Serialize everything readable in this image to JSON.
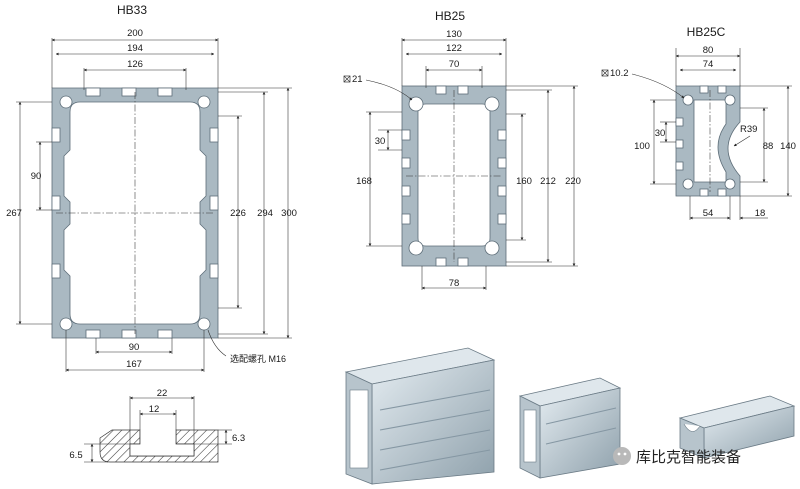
{
  "hb33": {
    "title": "HB33",
    "dims": {
      "d200": "200",
      "d194": "194",
      "d126": "126",
      "d90_left": "90",
      "d267": "267",
      "d226": "226",
      "d294": "294",
      "d300": "300",
      "d90_bottom": "90",
      "d167": "167"
    },
    "note": "选配螺孔 M16"
  },
  "hb25": {
    "title": "HB25",
    "dims": {
      "d130": "130",
      "d122": "122",
      "d70": "70",
      "d21": "21",
      "d30": "30",
      "d168": "168",
      "d160": "160",
      "d212": "212",
      "d220": "220",
      "d78": "78"
    }
  },
  "hb25c": {
    "title": "HB25C",
    "dims": {
      "d80": "80",
      "d74": "74",
      "d10_2": "10.2",
      "d30": "30",
      "d100": "100",
      "r39": "R39",
      "d88": "88",
      "d140": "140",
      "d54": "54",
      "d18": "18"
    }
  },
  "slot": {
    "dims": {
      "d22": "22",
      "d12": "12",
      "d6_5": "6.5",
      "d6_3": "6.3"
    }
  },
  "watermark": {
    "text": "库比克智能装备"
  }
}
